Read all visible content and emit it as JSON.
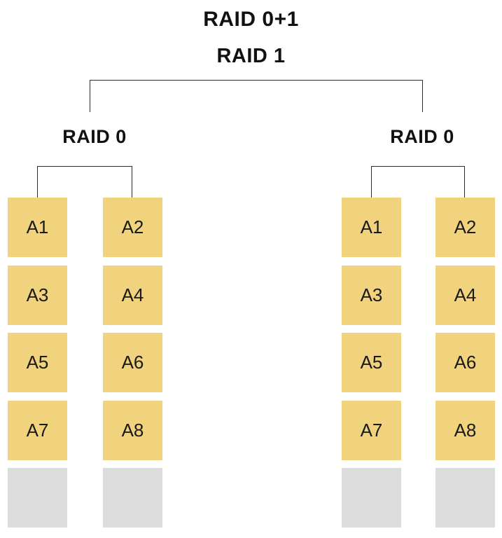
{
  "title": "RAID 0+1",
  "raid1_label": "RAID 1",
  "groups": [
    {
      "label": "RAID 0",
      "columns": [
        {
          "blocks": [
            "A1",
            "A3",
            "A5",
            "A7"
          ]
        },
        {
          "blocks": [
            "A2",
            "A4",
            "A6",
            "A8"
          ]
        }
      ]
    },
    {
      "label": "RAID 0",
      "columns": [
        {
          "blocks": [
            "A1",
            "A3",
            "A5",
            "A7"
          ]
        },
        {
          "blocks": [
            "A2",
            "A4",
            "A6",
            "A8"
          ]
        }
      ]
    }
  ],
  "colors": {
    "block": "#F1D37D",
    "spare": "#DCDCDC",
    "line": "#2B2B2B"
  }
}
